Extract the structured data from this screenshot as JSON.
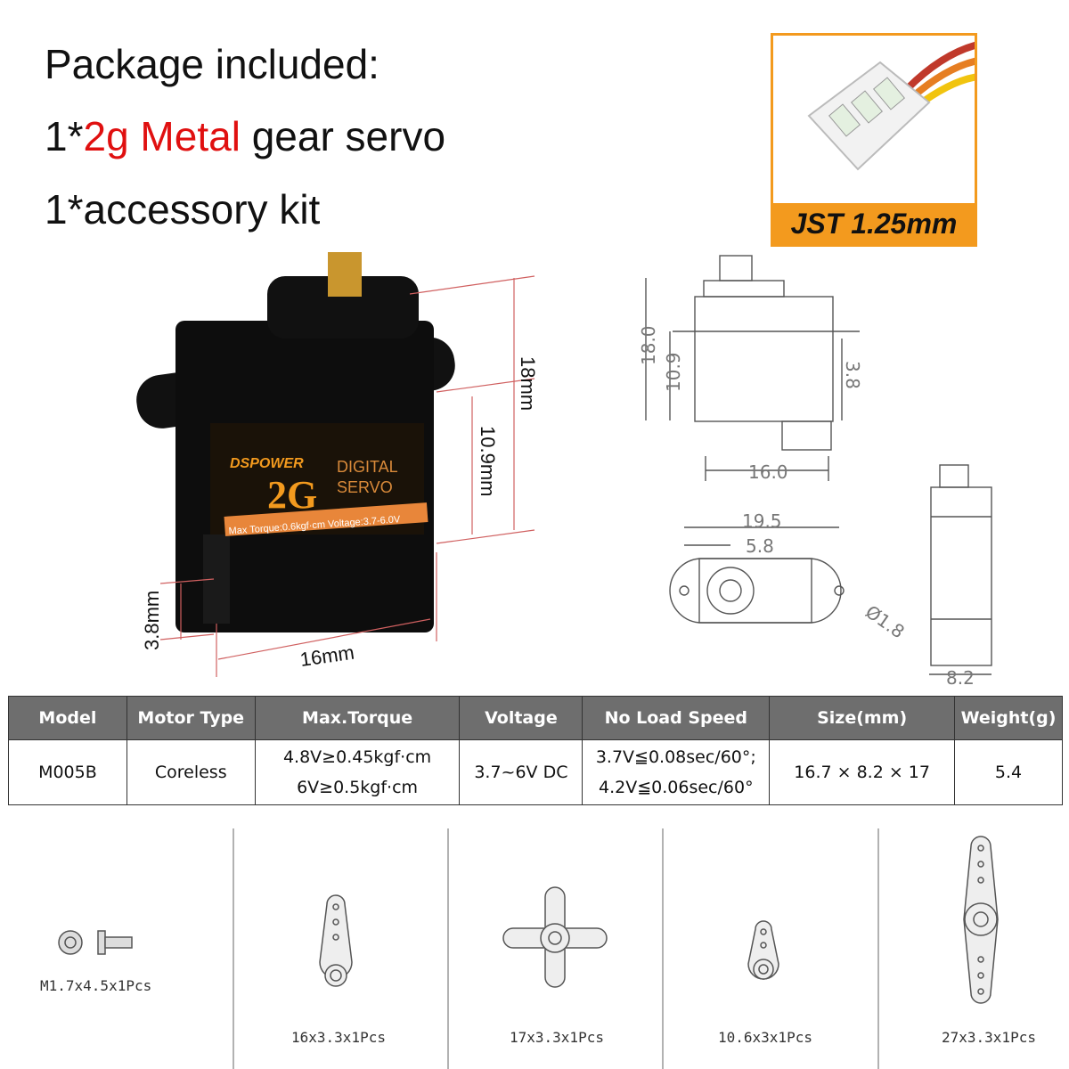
{
  "package": {
    "heading": "Package included:",
    "line1_prefix": "1*",
    "line1_highlight": "2g Metal",
    "line1_suffix": " gear servo",
    "line2": "1*accessory kit"
  },
  "connector": {
    "label": "JST 1.25mm"
  },
  "photo_dimensions": {
    "height": "18mm",
    "body": "10.9mm",
    "lower": "3.8mm",
    "width": "16mm"
  },
  "drawing_dimensions": {
    "h_total": "18.0",
    "h_body": "10.9",
    "h_tab": "3.8",
    "width": "16.0",
    "length": "19.5",
    "offset": "5.8",
    "hole": "Ø1.8",
    "depth": "8.2"
  },
  "servo_label": {
    "brand": "DSPOWER",
    "model": "2G",
    "type1": "DIGITAL",
    "type2": "SERVO",
    "spec": "Max Torque:0.6kgf·cm  Voltage:3.7-6.0V"
  },
  "table": {
    "headers": [
      "Model",
      "Motor Type",
      "Max.Torque",
      "Voltage",
      "No Load Speed",
      "Size(mm)",
      "Weight(g)"
    ],
    "row": {
      "model": "M005B",
      "motor": "Coreless",
      "torque1": "4.8V≥0.45kgf·cm",
      "torque2": "6V≥0.5kgf·cm",
      "voltage": "3.7~6V DC",
      "speed1": "3.7V≦0.08sec/60°;",
      "speed2": "4.2V≦0.06sec/60°",
      "size": "16.7 × 8.2 × 17",
      "weight": "5.4"
    }
  },
  "accessories": [
    {
      "label": "M1.7x4.5x1Pcs",
      "icon": "screw-icon"
    },
    {
      "label": "16x3.3x1Pcs",
      "icon": "single-arm-horn-icon"
    },
    {
      "label": "17x3.3x1Pcs",
      "icon": "cross-horn-icon"
    },
    {
      "label": "10.6x3x1Pcs",
      "icon": "short-arm-horn-icon"
    },
    {
      "label": "27x3.3x1Pcs",
      "icon": "double-arm-horn-icon"
    }
  ],
  "colors": {
    "accent": "#f39a1e",
    "highlight": "#e01010",
    "header": "#6e6e6e"
  }
}
